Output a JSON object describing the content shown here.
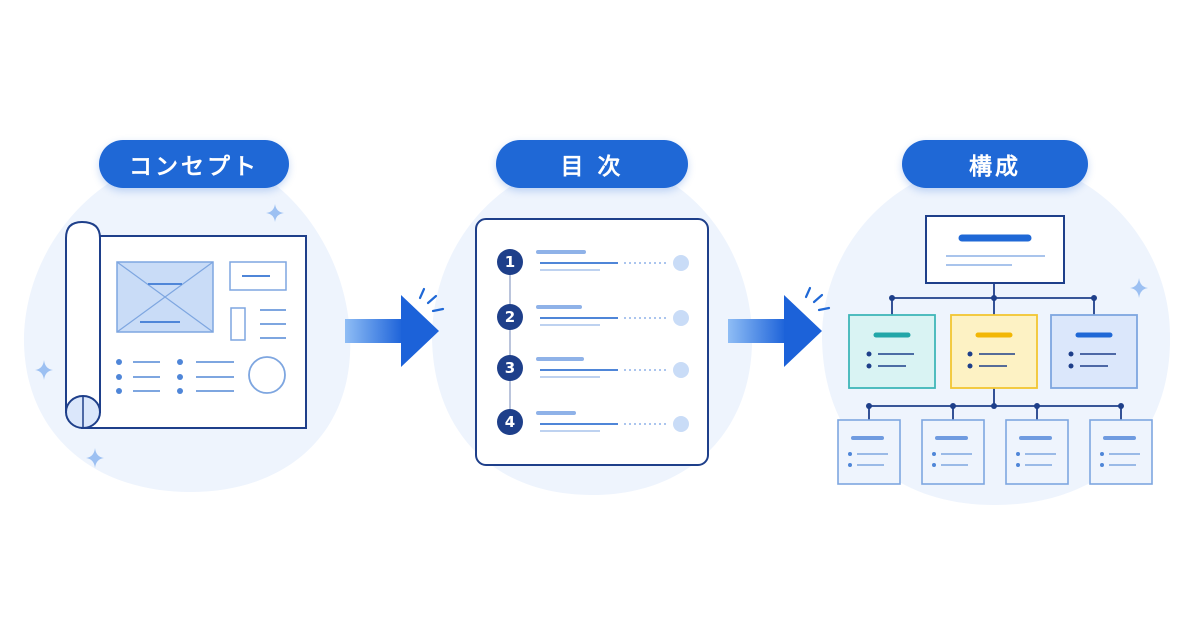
{
  "steps": [
    {
      "label": "コンセプト"
    },
    {
      "label": "目 次"
    },
    {
      "label": "構成"
    }
  ],
  "toc": {
    "numbers": [
      "1",
      "2",
      "3",
      "4"
    ]
  },
  "colors": {
    "primary": "#1f68d6",
    "navy": "#1e3f8a",
    "blob": "#eef4fd",
    "teal_card": "#d9f3f3",
    "yellow_card": "#fdf2c4",
    "blue_card": "#dbe7fb"
  },
  "icons": [
    "blueprint-icon",
    "arrow-right-icon",
    "sparkle-icon",
    "toc-document-icon",
    "org-chart-icon"
  ]
}
